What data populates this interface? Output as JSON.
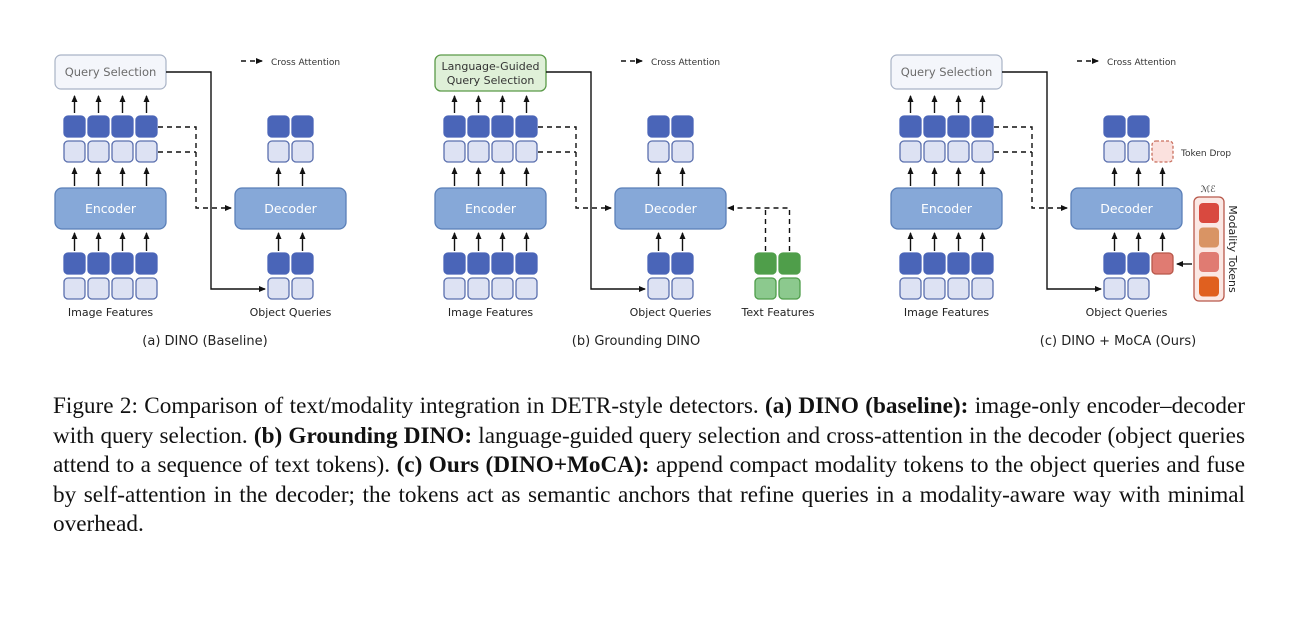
{
  "figure": {
    "legend": {
      "cross_attention": "Cross Attention"
    },
    "panels": [
      {
        "id": "a",
        "query_selection": "Query Selection",
        "encoder": "Encoder",
        "decoder": "Decoder",
        "image_features": "Image Features",
        "object_queries": "Object Queries",
        "subcaption": "(a) DINO (Baseline)"
      },
      {
        "id": "b",
        "query_selection_line1": "Language-Guided",
        "query_selection_line2": "Query Selection",
        "encoder": "Encoder",
        "decoder": "Decoder",
        "image_features": "Image Features",
        "object_queries": "Object Queries",
        "text_features": "Text Features",
        "subcaption": "(b) Grounding DINO"
      },
      {
        "id": "c",
        "query_selection": "Query Selection",
        "encoder": "Encoder",
        "decoder": "Decoder",
        "image_features": "Image Features",
        "object_queries": "Object Queries",
        "token_drop": "Token Drop",
        "modality_symbol": "ℳℰ",
        "modality_tokens": "Modality Tokens",
        "subcaption": "(c) DINO + MoCA (Ours)"
      }
    ],
    "colors": {
      "token_dark": "#4a65b8",
      "token_light": "#dde2f3",
      "token_border": "#5a6fae",
      "box_fill": "#86a8d8",
      "box_border": "#5a7fb8",
      "qs_fill": "#f4f6fb",
      "qs_border": "#a9b3c6",
      "lgqs_fill": "#dff0d8",
      "lgqs_border": "#5a9a48",
      "text_dark": "#4f9e4a",
      "text_light": "#8cc98e",
      "token_drop_fill": "#fbe1de",
      "token_drop_border": "#c9705f",
      "modality_bar_fill": "#fbe8e4",
      "modality_bar_border": "#b8584a",
      "modality_tokens": [
        "#d9493f",
        "#d99464",
        "#e07b72",
        "#e0601f"
      ],
      "appended_token": "#e07b72"
    }
  },
  "caption": {
    "label": "Figure 2:",
    "intro": " Comparison of text/modality integration in DETR-style detectors. ",
    "a_bold": "(a) DINO (baseline):",
    "a_text": " image-only encoder–decoder with query selection. ",
    "b_bold": "(b) Grounding DINO:",
    "b_text": " language-guided query selection and cross-attention in the decoder (object queries attend to a sequence of text tokens). ",
    "c_bold": "(c) Ours (DINO+MoCA):",
    "c_text": " append compact modality tokens to the object queries and fuse by self-attention in the decoder; the tokens act as semantic anchors that refine queries in a modality-aware way with minimal overhead."
  }
}
